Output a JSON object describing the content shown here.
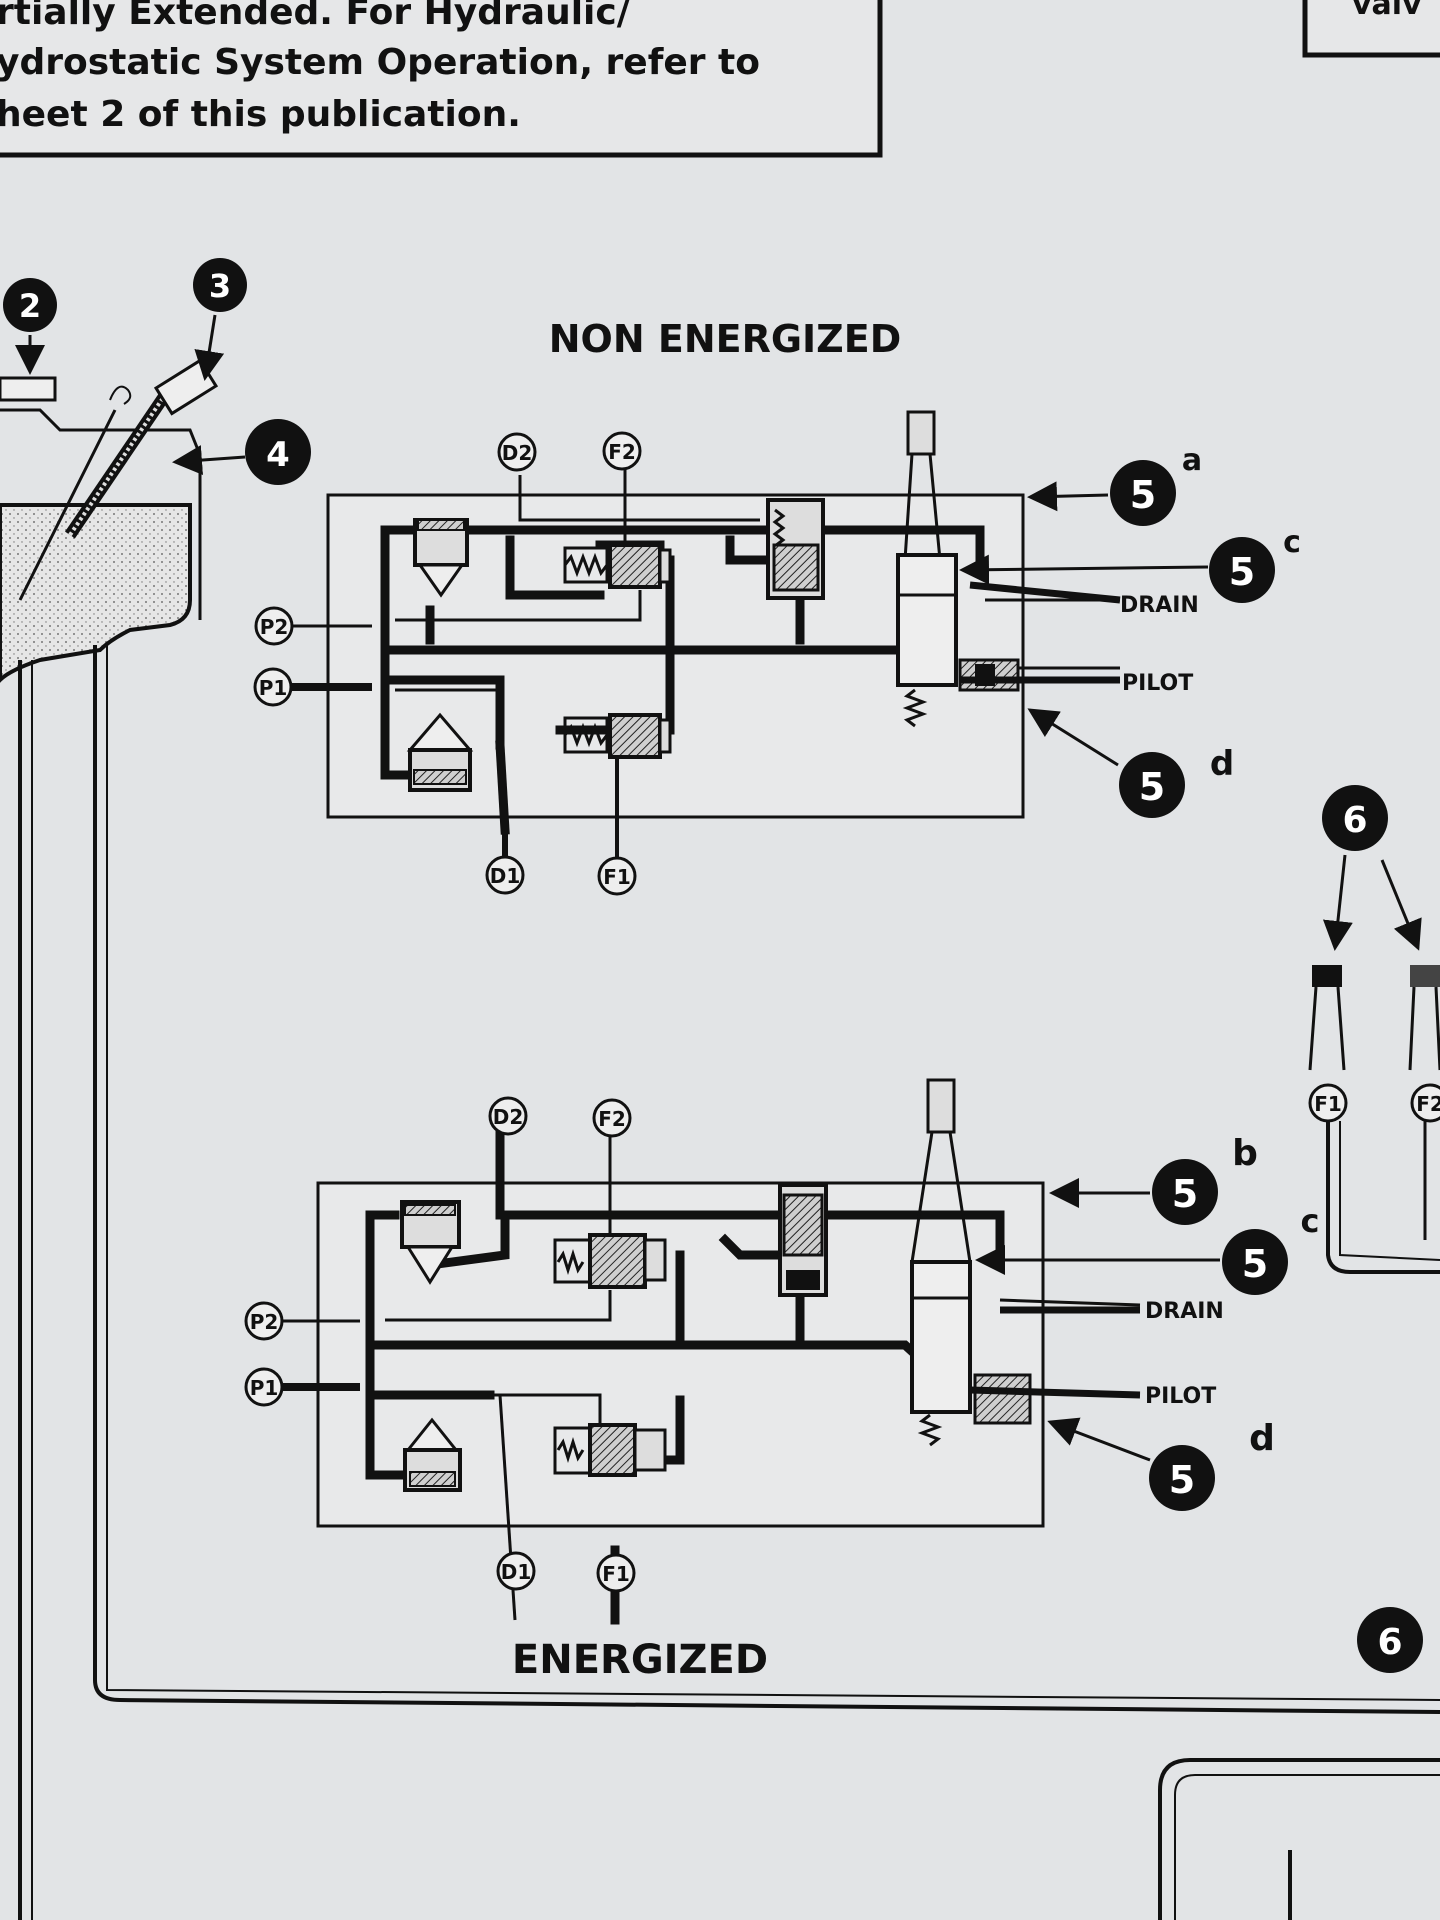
{
  "header": {
    "lines": [
      "rtially  Extended.  For  Hydraulic/",
      "ydrostatic System Operation, refer to",
      "heet 2 of this publication."
    ],
    "corner_text": "valv"
  },
  "titles": {
    "top": "NON ENERGIZED",
    "bottom": "ENERGIZED"
  },
  "ports": {
    "d2": "D2",
    "f2": "F2",
    "p2": "P2",
    "p1": "P1",
    "d1": "D1",
    "f1": "F1"
  },
  "line_labels": {
    "drain": "DRAIN",
    "pilot": "PILOT"
  },
  "callouts": {
    "n2": "2",
    "n3": "3",
    "n4": "4",
    "n5": "5",
    "n6": "6",
    "sub_a": "a",
    "sub_b": "b",
    "sub_c": "c",
    "sub_d": "d"
  },
  "right_ports": {
    "f1": "F1",
    "f2": "F2"
  }
}
